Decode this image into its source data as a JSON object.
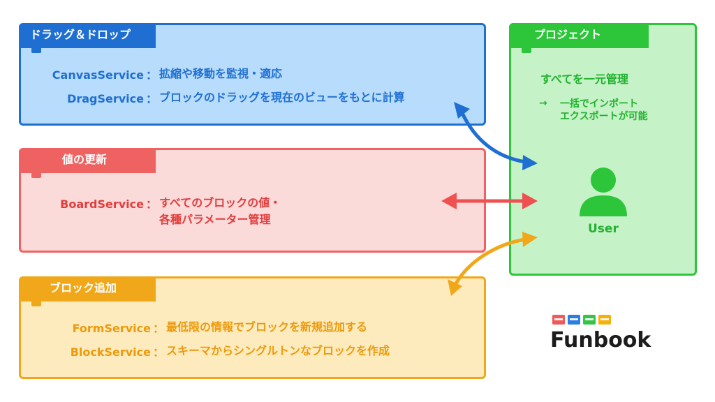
{
  "panels": {
    "drag_drop": {
      "title": "ドラッグ＆ドロップ",
      "rows": [
        {
          "service": "CanvasService",
          "colon": "：",
          "desc": "拡縮や移動を監視・適応"
        },
        {
          "service": "DragService",
          "colon": "：",
          "desc": "ブロックのドラッグを現在のビューをもとに計算"
        }
      ]
    },
    "value_update": {
      "title": "値の更新",
      "rows": [
        {
          "service": "BoardService",
          "colon": "：",
          "desc_line1": "すべてのブロックの値・",
          "desc_line2": "各種パラメーター管理"
        }
      ]
    },
    "block_add": {
      "title": "ブロック追加",
      "rows": [
        {
          "service": "FormService",
          "colon": "：",
          "desc": "最低限の情報でブロックを新規追加する"
        },
        {
          "service": "BlockService",
          "colon": "：",
          "desc": "スキーマからシングルトンなブロックを作成"
        }
      ]
    },
    "project": {
      "title": "プロジェクト",
      "headline": "すべてを一元管理",
      "arrow_glyph": "→",
      "sub_line1": "一括でインポート",
      "sub_line2": "エクスポートが可能",
      "user_label": "User"
    }
  },
  "colors": {
    "blue": "#1f6fd3",
    "red": "#ef6262",
    "orange": "#f0a81a",
    "green": "#2dc63b"
  },
  "logo": {
    "text": "Funbook",
    "block_colors": [
      "#ef5a5a",
      "#2a7de1",
      "#35c447",
      "#f4b10c"
    ]
  }
}
